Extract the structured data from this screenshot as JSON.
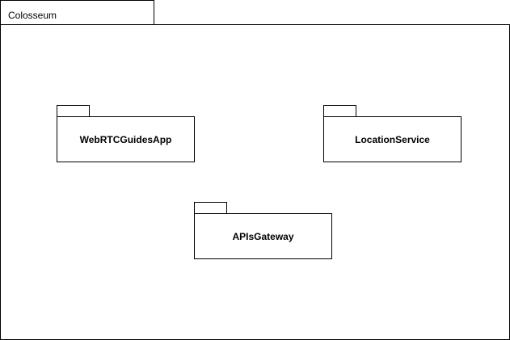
{
  "diagram": {
    "outer_package": {
      "name": "Colosseum"
    },
    "packages": [
      {
        "id": "webrtc",
        "name": "WebRTCGuidesApp"
      },
      {
        "id": "location",
        "name": "LocationService"
      },
      {
        "id": "gateway",
        "name": "APIsGateway"
      }
    ]
  },
  "colors": {
    "stroke": "#000000",
    "fill": "#ffffff"
  }
}
